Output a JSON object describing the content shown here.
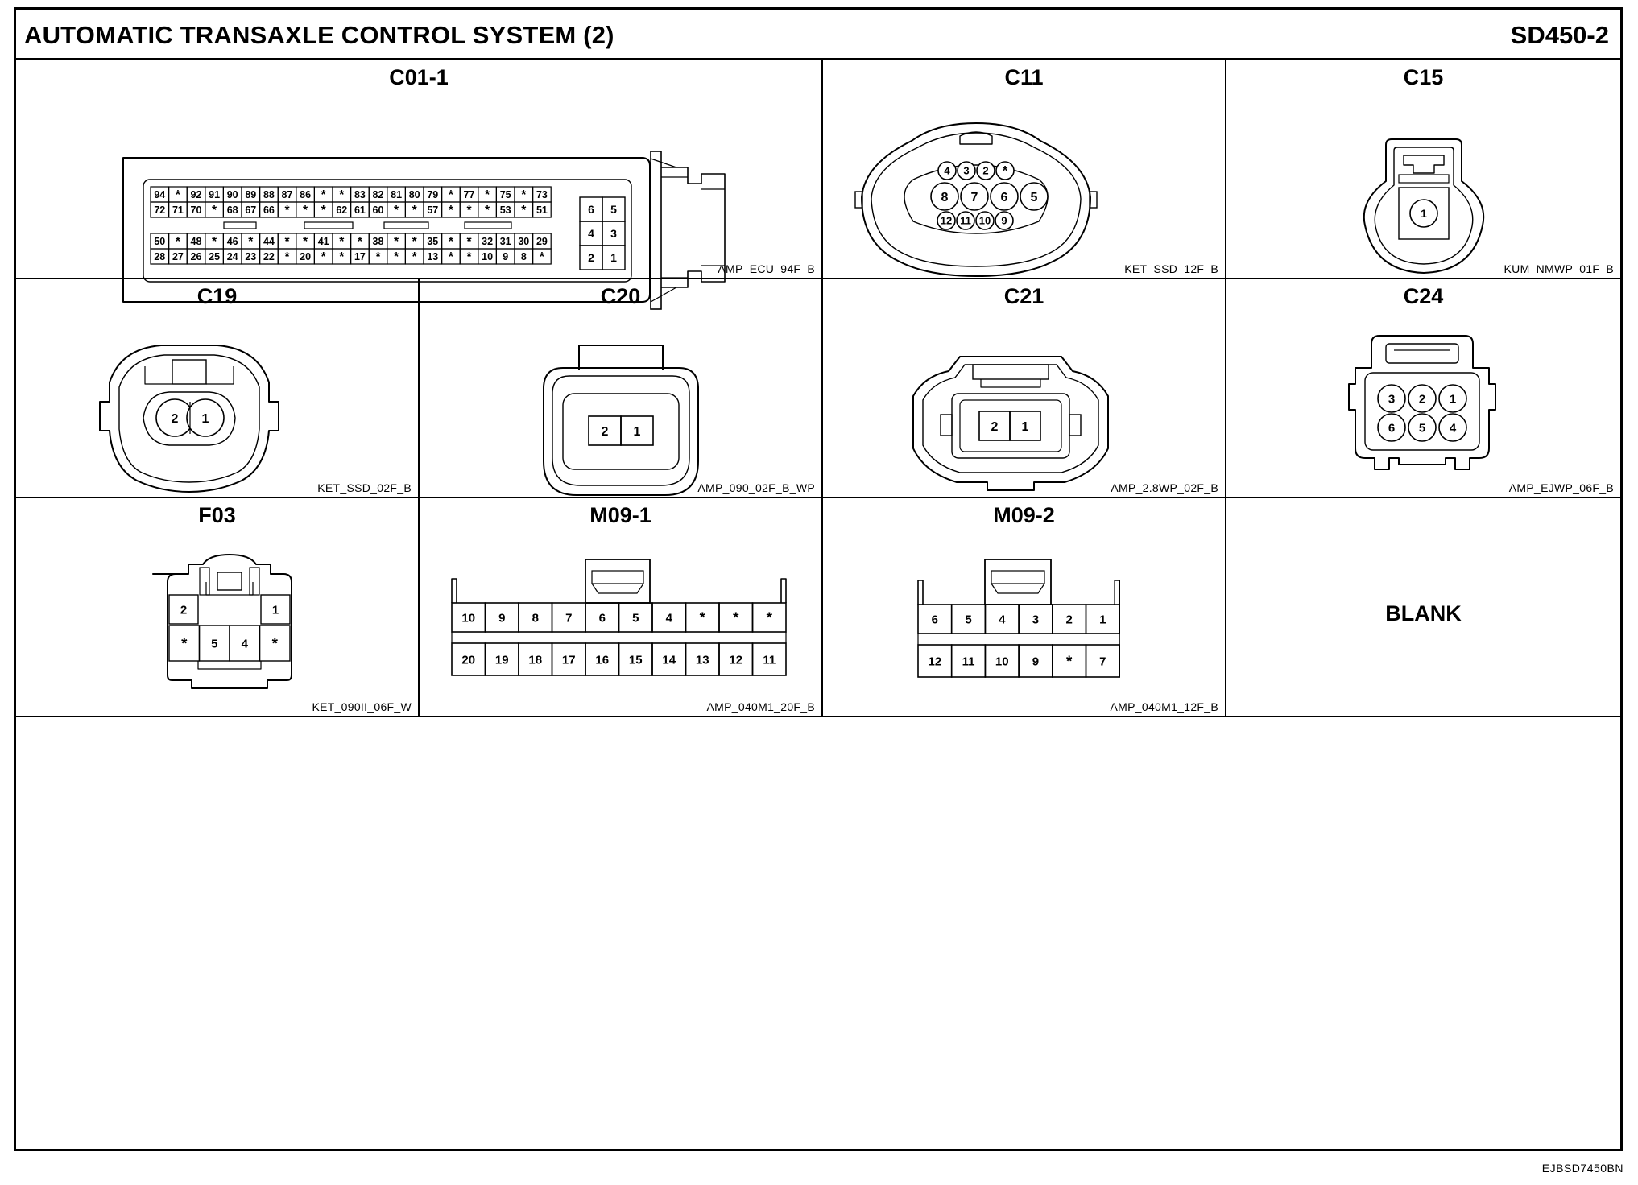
{
  "header": {
    "title": "AUTOMATIC TRANSAXLE CONTROL SYSTEM (2)",
    "code": "SD450-2"
  },
  "footer": {
    "code": "EJBSD7450BN"
  },
  "connectors": {
    "c01_1": {
      "name": "C01-1",
      "part": "AMP_ECU_94F_B",
      "rows": [
        [
          "94",
          "*",
          "92",
          "91",
          "90",
          "89",
          "88",
          "87",
          "86",
          "*",
          "*",
          "83",
          "82",
          "81",
          "80",
          "79",
          "*",
          "77",
          "*",
          "75",
          "*",
          "73"
        ],
        [
          "72",
          "71",
          "70",
          "*",
          "68",
          "67",
          "66",
          "*",
          "*",
          "*",
          "62",
          "61",
          "60",
          "*",
          "*",
          "57",
          "*",
          "*",
          "*",
          "53",
          "*",
          "51"
        ],
        [
          "50",
          "*",
          "48",
          "*",
          "46",
          "*",
          "44",
          "*",
          "*",
          "41",
          "*",
          "*",
          "38",
          "*",
          "*",
          "35",
          "*",
          "*",
          "32",
          "31",
          "30",
          "29"
        ],
        [
          "28",
          "27",
          "26",
          "25",
          "24",
          "23",
          "22",
          "*",
          "20",
          "*",
          "*",
          "17",
          "*",
          "*",
          "*",
          "13",
          "*",
          "*",
          "10",
          "9",
          "8",
          "*"
        ]
      ],
      "side": [
        [
          "6",
          "5"
        ],
        [
          "4",
          "3"
        ],
        [
          "2",
          "1"
        ]
      ]
    },
    "c11": {
      "name": "C11",
      "part": "KET_SSD_12F_B",
      "top": [
        "4",
        "3",
        "2",
        "*"
      ],
      "mid": [
        "8",
        "7",
        "6",
        "5"
      ],
      "bot": [
        "12",
        "11",
        "10",
        "9"
      ]
    },
    "c15": {
      "name": "C15",
      "part": "KUM_NMWP_01F_B",
      "pins": [
        "1"
      ]
    },
    "c19": {
      "name": "C19",
      "part": "KET_SSD_02F_B",
      "pins": [
        "2",
        "1"
      ]
    },
    "c20": {
      "name": "C20",
      "part": "AMP_090_02F_B_WP",
      "pins": [
        "2",
        "1"
      ]
    },
    "c21": {
      "name": "C21",
      "part": "AMP_2.8WP_02F_B",
      "pins": [
        "2",
        "1"
      ]
    },
    "c24": {
      "name": "C24",
      "part": "AMP_EJWP_06F_B",
      "top": [
        "3",
        "2",
        "1"
      ],
      "bot": [
        "6",
        "5",
        "4"
      ]
    },
    "f03": {
      "name": "F03",
      "part": "KET_090II_06F_W",
      "top": [
        "2",
        "1"
      ],
      "bot": [
        "*",
        "5",
        "4",
        "*"
      ]
    },
    "m09_1": {
      "name": "M09-1",
      "part": "AMP_040M1_20F_B",
      "top": [
        "10",
        "9",
        "8",
        "7",
        "6",
        "5",
        "4",
        "*",
        "*",
        "*"
      ],
      "bot": [
        "20",
        "19",
        "18",
        "17",
        "16",
        "15",
        "14",
        "13",
        "12",
        "11"
      ]
    },
    "m09_2": {
      "name": "M09-2",
      "part": "AMP_040M1_12F_B",
      "top": [
        "6",
        "5",
        "4",
        "3",
        "2",
        "1"
      ],
      "bot": [
        "12",
        "11",
        "10",
        "9",
        "*",
        "7"
      ]
    },
    "blank": {
      "label": "BLANK"
    }
  }
}
